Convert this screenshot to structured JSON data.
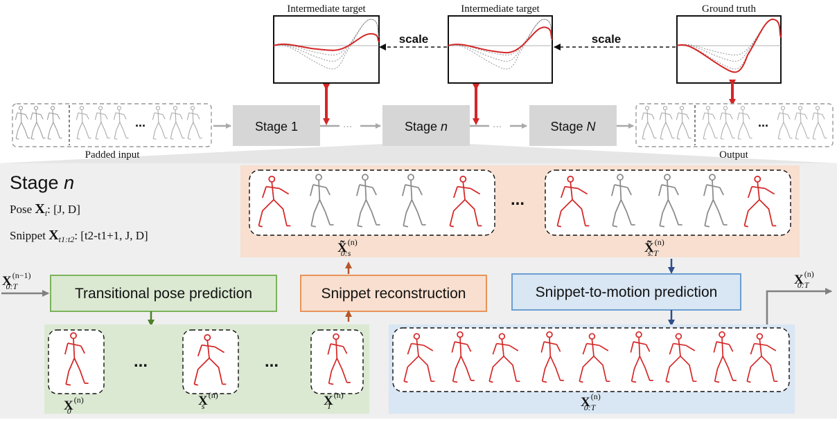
{
  "top": {
    "charts": [
      {
        "title": "Intermediate target"
      },
      {
        "title": "Intermediate target"
      },
      {
        "title": "Ground truth"
      }
    ],
    "scale_labels": [
      "scale",
      "scale"
    ],
    "stages": [
      {
        "label": "Stage 1"
      },
      {
        "label": "Stage ",
        "italic": "n"
      },
      {
        "label": "Stage ",
        "italic": "N"
      }
    ],
    "ellipsis": "...",
    "padded_input_label": "Padded input",
    "output_label": "Output"
  },
  "stage_detail": {
    "title": "Stage ",
    "title_italic": "n",
    "pose_def": {
      "prefix": "Pose ",
      "symbol": "X",
      "sub": "t",
      "shape": ": [J, D]"
    },
    "snippet_def": {
      "prefix": "Snippet ",
      "symbol": "X",
      "sub": "t1:t2",
      "shape": ": [t2-t1+1, J, D]"
    },
    "input_symbol": {
      "base": "X",
      "sub": "0:T",
      "sup": "(n−1)"
    },
    "output_symbol": {
      "base": "X",
      "sub": "0:T",
      "sup": "(n)"
    },
    "modules": {
      "transitional": "Transitional pose prediction",
      "snippet_recon": "Snippet reconstruction",
      "snippet_to_motion": "Snippet-to-motion prediction"
    },
    "snippet_labels": [
      {
        "base": "X̃",
        "sub": "0:s",
        "sup": "(n)"
      },
      {
        "base": "X̃",
        "sub": "s:T",
        "sup": "(n)"
      }
    ],
    "pose_labels": [
      {
        "base": "X",
        "sub": "0",
        "sup": "(n)"
      },
      {
        "base": "X",
        "sub": "s",
        "sup": "(n)"
      },
      {
        "base": "X",
        "sub": "T",
        "sup": "(n)"
      }
    ],
    "motion_label": {
      "base": "X",
      "sub": "0:T",
      "sup": "(n)"
    },
    "ellipsis": "..."
  },
  "colors": {
    "red": "#d42626",
    "green_fill": "#dbe9d2",
    "green_border": "#7ab35a",
    "orange_fill": "#f8dfcf",
    "orange_border": "#e8935b",
    "blue_fill": "#d9e6f3",
    "blue_border": "#6a9ed1",
    "stage_fill": "#d6d6d6",
    "panel_fill": "#efefef"
  }
}
